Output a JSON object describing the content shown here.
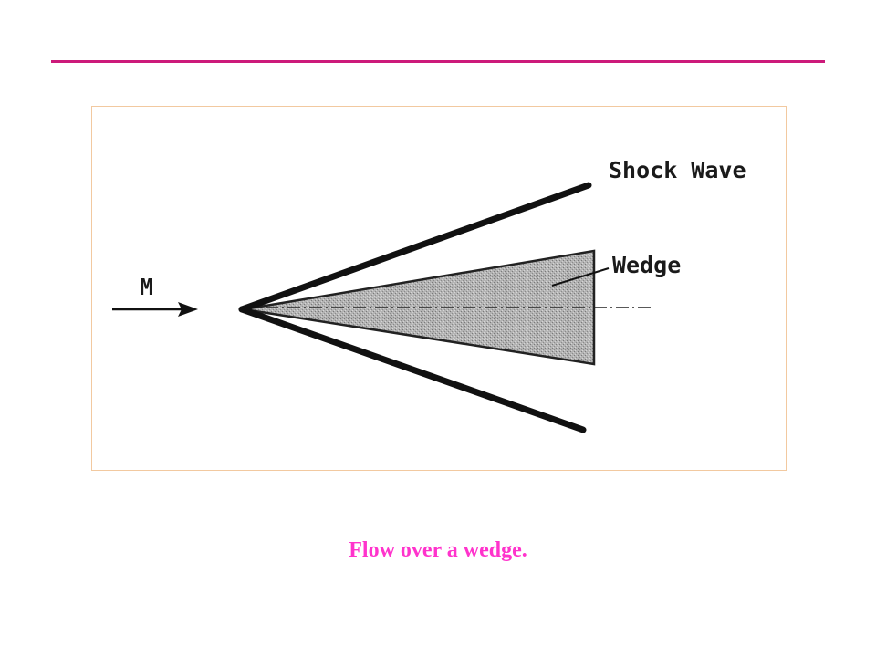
{
  "diagram": {
    "labels": {
      "shock_wave": "Shock Wave",
      "wedge": "Wedge",
      "mach": "M"
    }
  },
  "caption": "Flow over a wedge.",
  "colors": {
    "rule": "#cc1a7a",
    "caption": "#ff33cc",
    "frame_border": "#f2c9a0",
    "wedge_fill": "#a9a9a9",
    "ink": "#111111"
  }
}
